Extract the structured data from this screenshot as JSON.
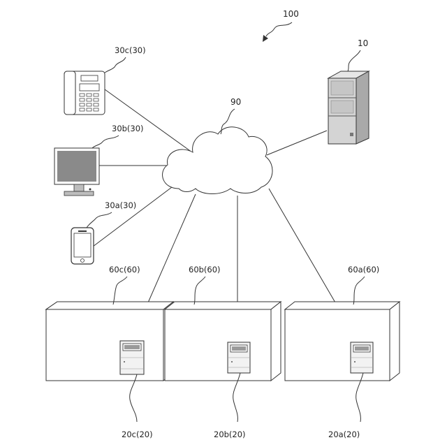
{
  "system": {
    "label": "100"
  },
  "server": {
    "label": "10"
  },
  "network": {
    "label": "90"
  },
  "terminals": [
    {
      "label": "30c(30)",
      "icon": "desk-phone-icon"
    },
    {
      "label": "30b(30)",
      "icon": "monitor-icon"
    },
    {
      "label": "30a(30)",
      "icon": "smartphone-icon"
    }
  ],
  "rooms": [
    {
      "label": "60c(60)",
      "device_label": "20c(20)"
    },
    {
      "label": "60b(60)",
      "device_label": "20b(20)"
    },
    {
      "label": "60a(60)",
      "device_label": "20a(20)"
    }
  ],
  "colors": {
    "line": "#333333",
    "fill": "#ffffff",
    "server_gray": "#cfcfcf",
    "screen_gray": "#8a8a8a"
  }
}
